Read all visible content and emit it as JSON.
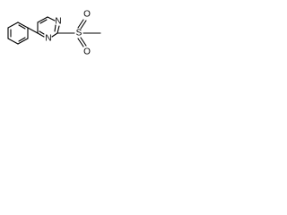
{
  "molecule": {
    "atoms": {
      "n1": "N",
      "n3": "N",
      "s": "S",
      "o_top": "O",
      "o_bottom": "O"
    }
  },
  "colors": {
    "bond": "#000000",
    "label": "#000000",
    "background": "#ffffff"
  }
}
